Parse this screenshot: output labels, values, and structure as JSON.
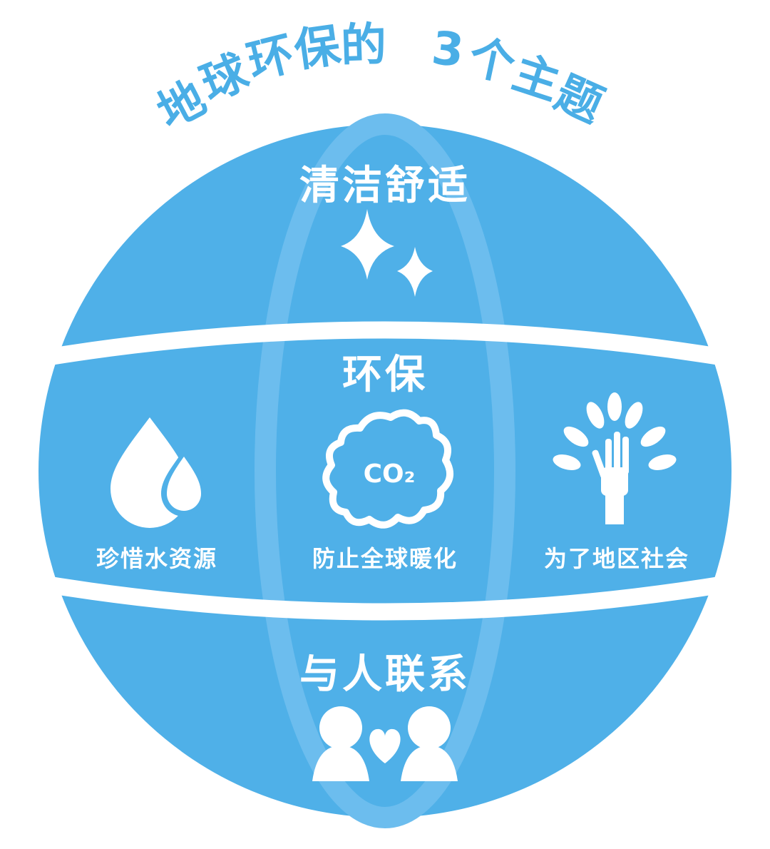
{
  "title": "地球环保的 3个主题",
  "title_chars": [
    "地",
    "球",
    "环",
    "保",
    "的",
    "3",
    "个",
    "主",
    "题"
  ],
  "colors": {
    "globe": "#4fb0e8",
    "band": "#7fc6ef",
    "title": "#4aaee6",
    "white": "#ffffff"
  },
  "sections": {
    "top": {
      "heading": "清洁舒适",
      "icon": "sparkle-icon"
    },
    "middle": {
      "heading": "环保",
      "items": [
        {
          "label": "珍惜水资源",
          "icon": "water-drop-icon"
        },
        {
          "label": "防止全球暖化",
          "icon": "co2-cloud-icon",
          "icon_text": "CO₂"
        },
        {
          "label": "为了地区社会",
          "icon": "tree-hand-icon"
        }
      ]
    },
    "bottom": {
      "heading": "与人联系",
      "icon": "people-heart-icon"
    }
  }
}
